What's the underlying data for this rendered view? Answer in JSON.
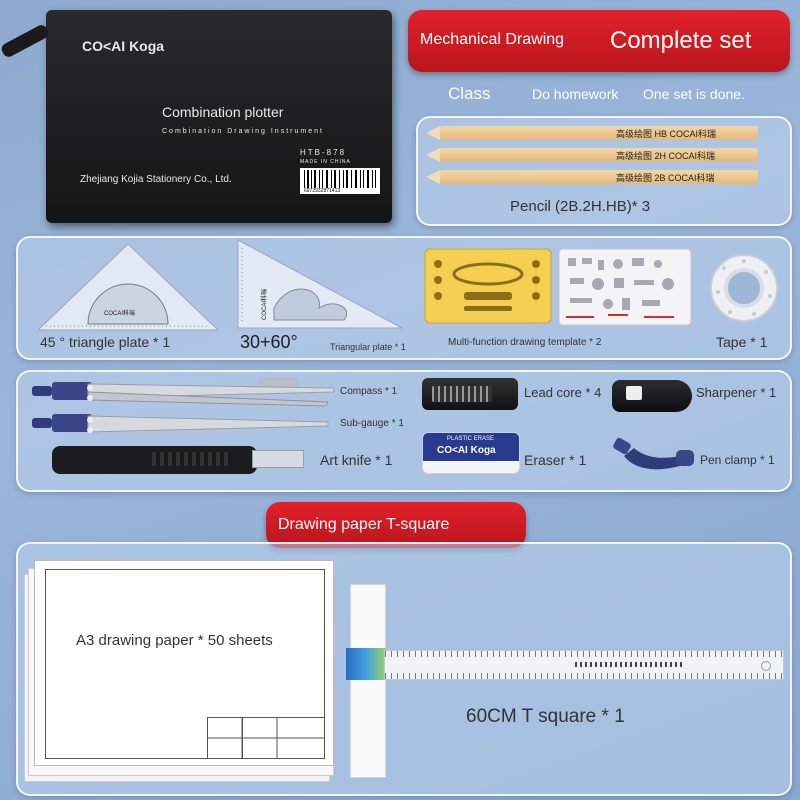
{
  "header": {
    "banner_left": "Mechanical Drawing",
    "banner_right": "Complete set",
    "sub_items": [
      "Class",
      "Do homework",
      "One set is done."
    ]
  },
  "bag": {
    "brand": "CO<AI Koga",
    "title": "Combination plotter",
    "subtitle": "Combination Drawing Instrument",
    "model": "HTB-878",
    "made_in": "MADE IN CHINA",
    "maker": "Zhejiang Kojia Stationery Co., Ltd.",
    "barcode_text": "6972932871413"
  },
  "pencils": {
    "items": [
      {
        "print": "高级绘图 HB COCAI科瑞"
      },
      {
        "print": "高级绘图 2H COCAI科瑞"
      },
      {
        "print": "高级绘图 2B COCAI科瑞"
      }
    ],
    "label": "Pencil (2B.2H.HB)* 3"
  },
  "row2": {
    "triangle45": "45 ° triangle plate * 1",
    "triangle3060_big": "30+60°",
    "triangle3060_small": "Triangular plate * 1",
    "template": "Multi-function drawing template * 2",
    "tape": "Tape * 1",
    "protractor_brand": "COCAI科瑞",
    "triangle_brand": "COCAI科瑞"
  },
  "row3": {
    "compass": "Compass * 1",
    "subgauge": "Sub-gauge * 1",
    "knife": "Art knife * 1",
    "lead": "Lead core * 4",
    "eraser": "Eraser * 1",
    "eraser_print_top": "PLASTIC ERASE",
    "eraser_print_brand": "CO<AI Koga",
    "sharpener": "Sharpener * 1",
    "clamp": "Pen clamp * 1"
  },
  "section2": {
    "banner": "Drawing paper T-square",
    "paper": "A3 drawing paper * 50 sheets",
    "tsquare": "60CM T square * 1"
  },
  "colors": {
    "accent_red": "#d21c24",
    "background": "#9bb6d9",
    "panel": "#c3d4ec"
  }
}
